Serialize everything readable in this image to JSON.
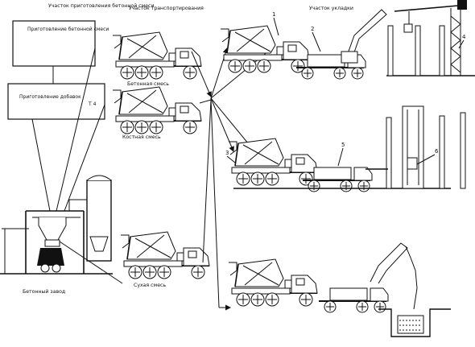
{
  "sections": {
    "prep": "Участок приготовления бетонной смеси",
    "transport": "Участок транспортирования",
    "placing": "Участок укладки"
  },
  "boxes": {
    "concrete_prep": "Приготовление бетонной смеси",
    "additives_prep": "Приготовление добавок",
    "additives_sub": "Т 4"
  },
  "mixes": {
    "wet": "Бетонная смесь",
    "semi": "Костная смесь",
    "dry": "Сухая смесь"
  },
  "plant_label": "Бетонный завод",
  "callouts": [
    "1",
    "2",
    "3",
    "4",
    "5",
    "6"
  ]
}
